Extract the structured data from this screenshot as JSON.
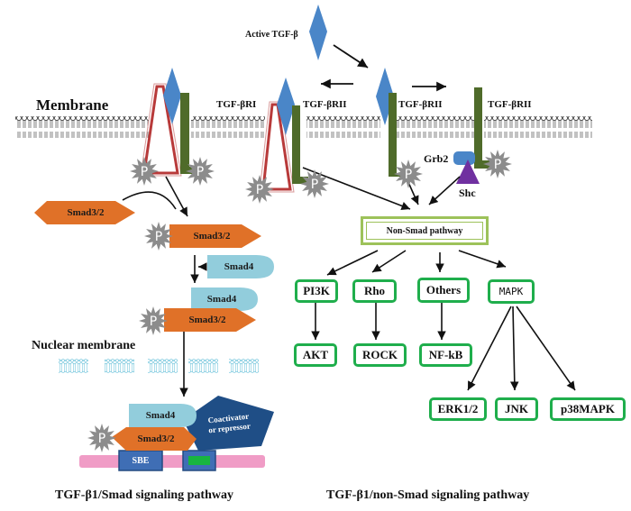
{
  "labels": {
    "active_tgf": "Active TGF-β",
    "membrane": "Membrane",
    "nuclear_membrane": "Nuclear membrane",
    "tgf_bri": "TGF-βRI",
    "tgf_brii_1": "TGF-βRII",
    "tgf_brii_2": "TGF-βRII",
    "tgf_brii_3": "TGF-βRII",
    "grb2": "Grb2",
    "shc": "Shc",
    "phospho": "P"
  },
  "smad_pathway": {
    "smad32_free": "Smad3/2",
    "smad32_phospho": "Smad3/2",
    "smad4_free": "Smad4",
    "smad4_complex": "Smad4",
    "smad32_complex": "Smad3/2",
    "smad4_nucleus": "Smad4",
    "smad32_nucleus": "Smad3/2",
    "coactivator": "Coactivator or repressor",
    "coactivator_line1": "Coactivator",
    "coactivator_line2": "or repressor",
    "sbe": "SBE",
    "caption": "TGF-β1/Smad  signaling pathway"
  },
  "non_smad_pathway": {
    "hub": "Non-Smad pathway",
    "branches": [
      {
        "label": "PI3K",
        "child": "AKT"
      },
      {
        "label": "Rho",
        "child": "ROCK"
      },
      {
        "label": "Others",
        "child": "NF-kB"
      },
      {
        "label": "MAPK",
        "children": [
          "ERK1/2",
          "JNK",
          "p38MAPK"
        ]
      }
    ],
    "caption": "TGF-β1/non-Smad  signaling pathway"
  },
  "colors": {
    "ligand": "#4a86c8",
    "receptor_type1": "#b83a3a",
    "receptor_type2": "#4f6b2a",
    "phospho": "#8c8c8c",
    "smad32": "#e07128",
    "smad4": "#92cddc",
    "coactivator": "#1f4e86",
    "dna": "#f09cc6",
    "sbe": "#3f6eb5",
    "node_border": "#1fae4c",
    "hub_border": "#9dc25a",
    "shc": "#7030a0",
    "grb2": "#4a86c8",
    "nuclear_membrane": "#5bbcd6"
  }
}
